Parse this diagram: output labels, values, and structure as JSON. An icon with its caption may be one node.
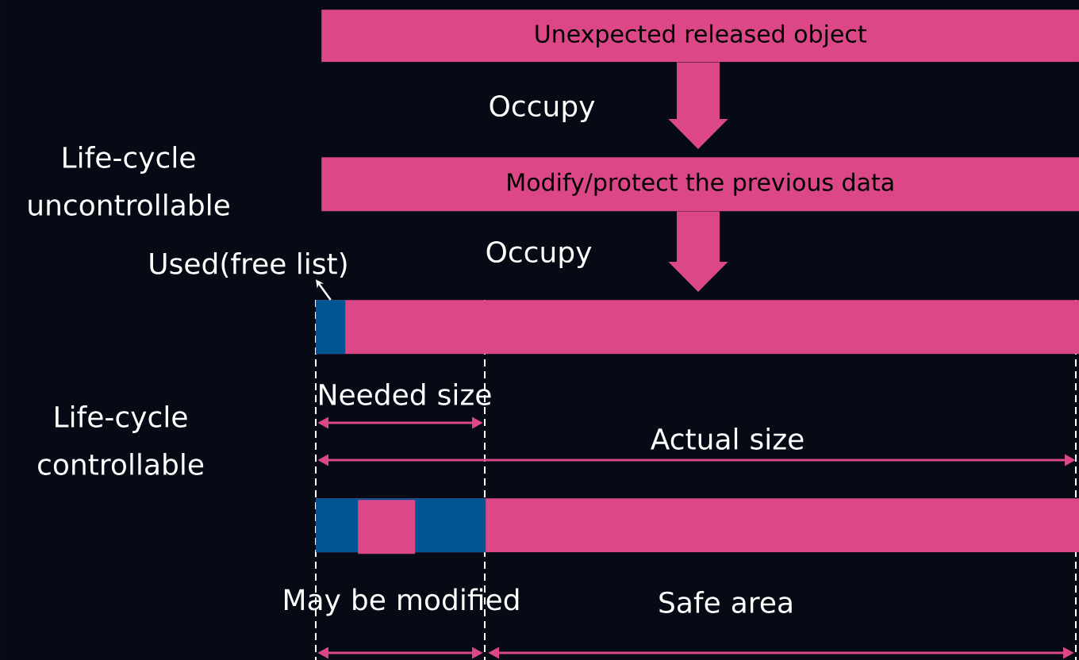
{
  "diagram": {
    "nodes": [
      {
        "text": [
          "Unexpected released object"
        ]
      },
      {
        "text": [
          "Modify/protect the previous data"
        ]
      },
      {
        "text": [],
        "shape": "bar"
      },
      {
        "text": [],
        "shape": "bar",
        "in": 2
      },
      {
        "text": [
          "Used(free list)"
        ]
      },
      {
        "text": [],
        "shape": "bar"
      },
      {
        "text": [],
        "shape": "bar",
        "in": 5
      },
      {
        "text": [],
        "shape": "bar",
        "in": 6
      }
    ],
    "edges": [
      {
        "from": 0,
        "to": 1,
        "arrow": "to",
        "label": "Occupy"
      },
      {
        "from": 1,
        "to": 2,
        "arrow": "to",
        "label": "Occupy"
      },
      {
        "from": 3,
        "to": 4,
        "arrow": "to",
        "color": "#ffffff"
      }
    ],
    "labels": [
      "Life-cycle uncontrollable",
      "Needed size",
      "Life-cycle controllable",
      "Actual size",
      "May be modified",
      "Safe area"
    ]
  }
}
